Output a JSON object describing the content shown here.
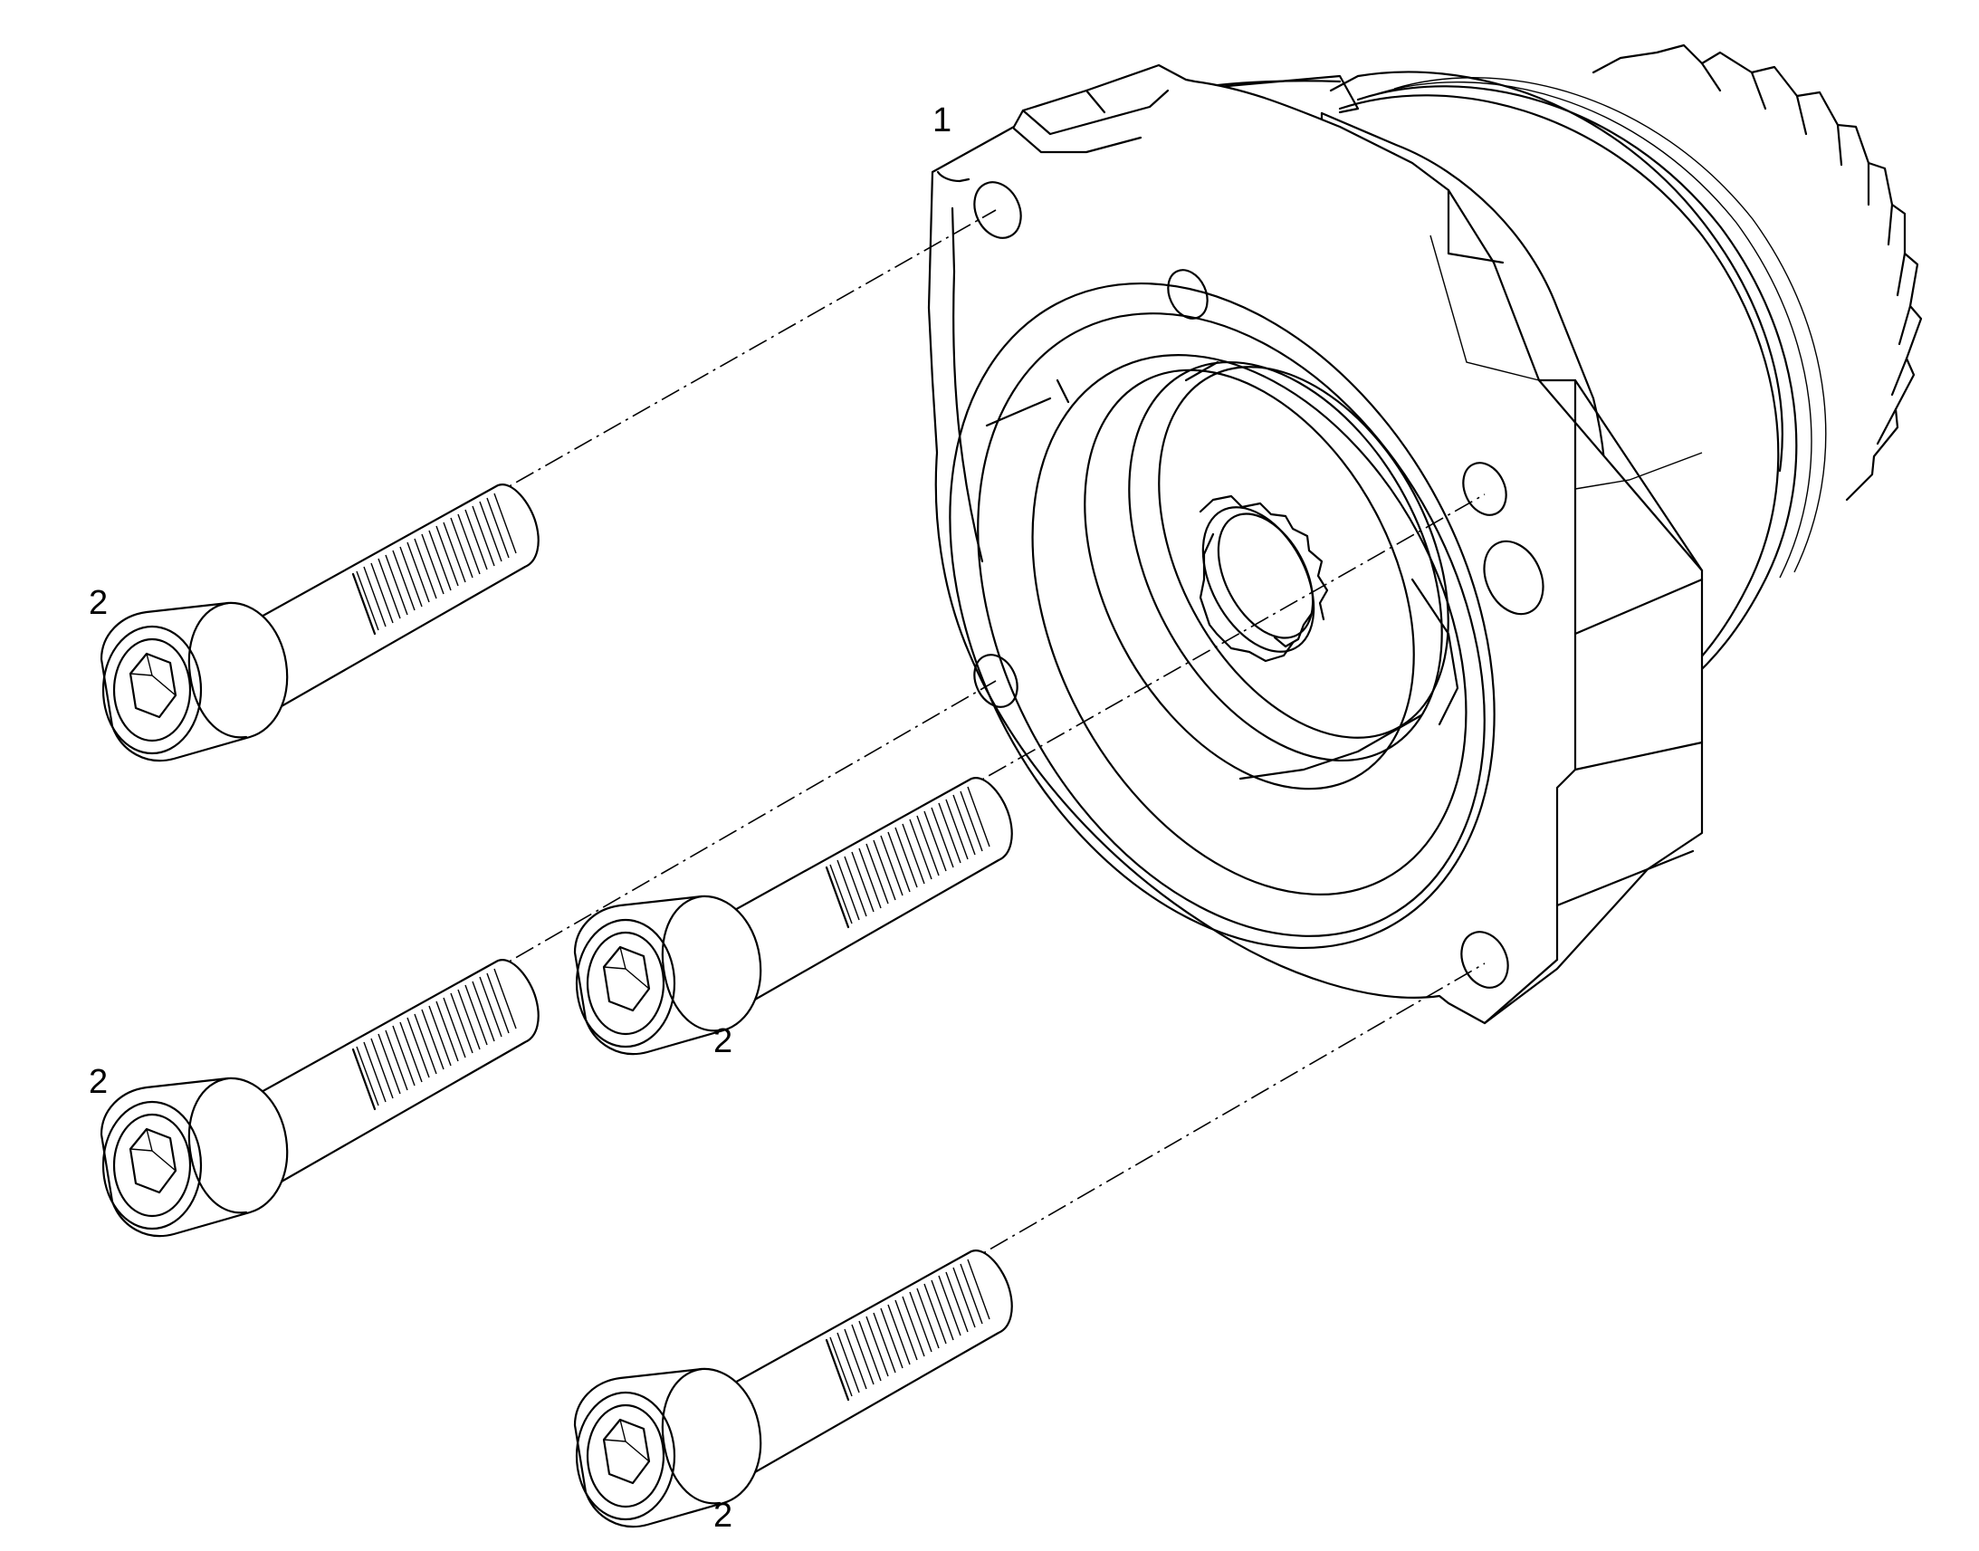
{
  "diagram": {
    "callouts": {
      "part_1": "1",
      "part_2_a": "2",
      "part_2_b": "2",
      "part_2_c": "2",
      "part_2_d": "2"
    },
    "colors": {
      "line": "#000000",
      "background": "#ffffff"
    }
  }
}
